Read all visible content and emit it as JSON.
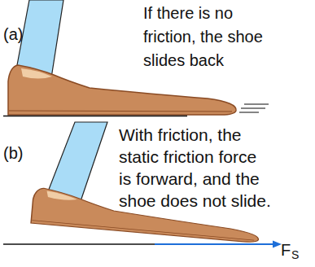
{
  "diagram": {
    "labels": [
      "(a)",
      "If there is no friction, the shoe slides back",
      "(b)",
      "With friction, the static friction force is forward, and the shoe does not slide.",
      "F",
      "S"
    ]
  }
}
